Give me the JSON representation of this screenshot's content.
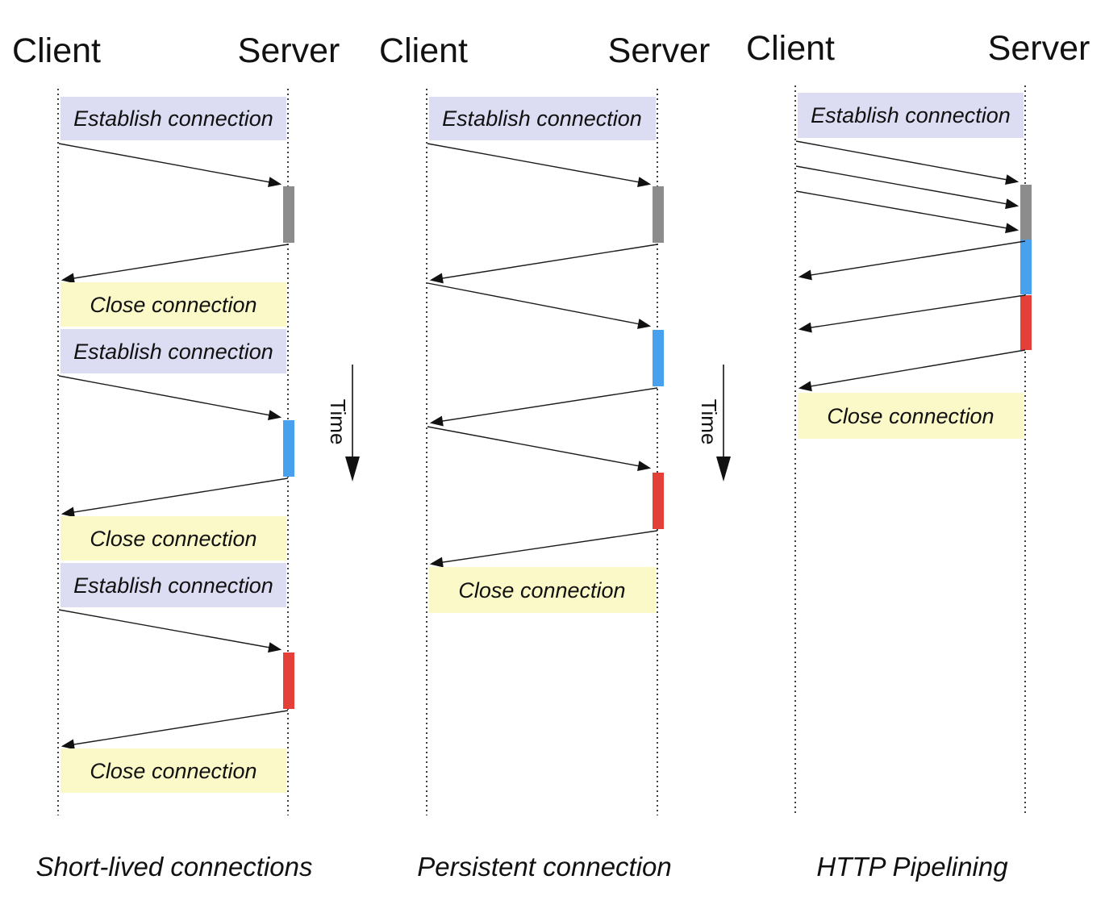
{
  "labels": {
    "client": "Client",
    "server": "Server",
    "time": "Time"
  },
  "boxes": {
    "establish": "Establish connection",
    "close": "Close connection"
  },
  "diagrams": [
    {
      "caption": "Short-lived connections"
    },
    {
      "caption": "Persistent connection"
    },
    {
      "caption": "HTTP Pipelining"
    }
  ],
  "colors": {
    "establish_box": "#dcdcf3",
    "close_box": "#fbf9c7",
    "bar_gray": "#8c8c8c",
    "bar_blue": "#47a1ee",
    "bar_red": "#e4403a",
    "line": "#1c1c1c"
  }
}
